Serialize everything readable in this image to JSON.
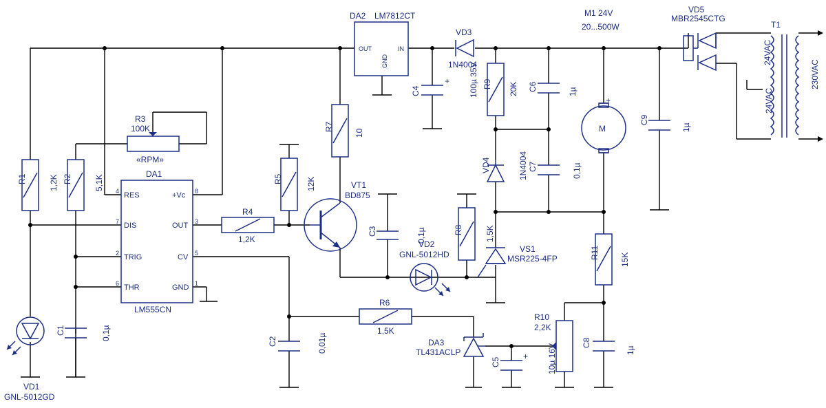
{
  "diagram": {
    "colors": {
      "wire": "#000000",
      "component": "#1c2e86",
      "background": "#ffffff"
    },
    "components": {
      "DA2": {
        "ref": "DA2",
        "value": "LM7812CT",
        "pins": {
          "out": "OUT",
          "in": "IN",
          "gnd": "GND"
        }
      },
      "VD3": {
        "ref": "VD3",
        "value": "1N4004"
      },
      "M1": {
        "ref": "M1 24V",
        "value": "20...500W",
        "symbol": "M",
        "plus": "+"
      },
      "VD5": {
        "ref": "VD5",
        "value": "MBR2545CTG"
      },
      "T1": {
        "ref": "T1",
        "primary": "230VAC",
        "secondary_top": "24VAC",
        "secondary_bottom": "24VAC"
      },
      "C4": {
        "ref": "C4",
        "value": "100µ 35V",
        "plus": "+"
      },
      "R9": {
        "ref": "R9",
        "value": "20K"
      },
      "C6": {
        "ref": "C6",
        "value": "1µ"
      },
      "C9": {
        "ref": "C9",
        "value": "1µ"
      },
      "R3": {
        "ref": "R3",
        "value": "100K",
        "note": "«RPM»"
      },
      "R7": {
        "ref": "R7",
        "value": "10"
      },
      "VD4": {
        "ref": "VD4",
        "value": "1N4004"
      },
      "C7": {
        "ref": "C7",
        "value": "0,1µ"
      },
      "DA1": {
        "ref": "DA1",
        "value": "LM555CN",
        "pins": {
          "res": "RES",
          "res_n": "4",
          "dis": "DIS",
          "dis_n": "7",
          "trig": "TRIG",
          "trig_n": "2",
          "thr": "THR",
          "thr_n": "6",
          "vc": "+Vc",
          "vc_n": "8",
          "out": "OUT",
          "out_n": "3",
          "cv": "CV",
          "cv_n": "5",
          "gnd": "GND",
          "gnd_n": "1"
        }
      },
      "R1": {
        "ref": "R1",
        "value": "1,2K"
      },
      "R2": {
        "ref": "R2",
        "value": "5,1K"
      },
      "R5": {
        "ref": "R5",
        "value": "12K"
      },
      "VT1": {
        "ref": "VT1",
        "value": "BD875"
      },
      "R4": {
        "ref": "R4",
        "value": "1,2K"
      },
      "C3": {
        "ref": "C3",
        "value": "0,1µ"
      },
      "R8": {
        "ref": "R8",
        "value": "1,5K"
      },
      "VD2": {
        "ref": "VD2",
        "value": "GNL-5012HD"
      },
      "VS1": {
        "ref": "VS1",
        "value": "MSR225-4FP"
      },
      "R11": {
        "ref": "R11",
        "value": "15K"
      },
      "R6": {
        "ref": "R6",
        "value": "1,5K"
      },
      "R10": {
        "ref": "R10",
        "value": "2,2K"
      },
      "DA3": {
        "ref": "DA3",
        "value": "TL431ACLP"
      },
      "C5": {
        "ref": "C5",
        "value": "10µ 16V",
        "plus": "+"
      },
      "C8": {
        "ref": "C8",
        "value": "1µ"
      },
      "C1": {
        "ref": "C1",
        "value": "0,1µ"
      },
      "C2": {
        "ref": "C2",
        "value": "0,01µ"
      },
      "VD1": {
        "ref": "VD1",
        "value": "GNL-5012GD"
      }
    }
  }
}
